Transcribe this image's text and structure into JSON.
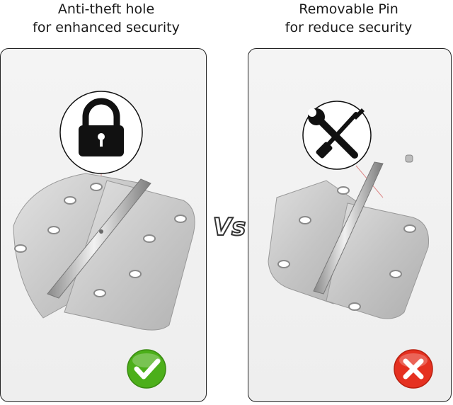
{
  "left": {
    "caption_line1": "Anti-theft hole",
    "caption_line2": "for enhanced security",
    "icon": "padlock-icon",
    "status_icon": "check-icon",
    "status_color": "#4caf1a"
  },
  "right": {
    "caption_line1": "Removable Pin",
    "caption_line2": "for reduce security",
    "icon": "wrench-screwdriver-icon",
    "status_icon": "cross-icon",
    "status_color": "#e53020"
  },
  "vs_label": "Vs"
}
